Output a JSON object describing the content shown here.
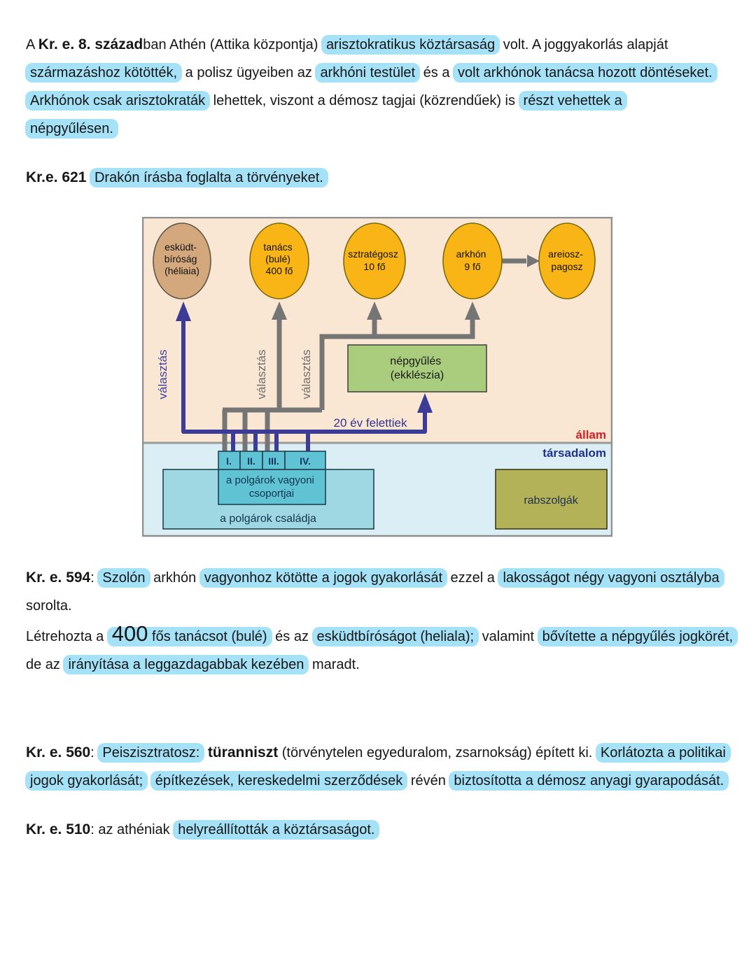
{
  "page": {
    "highlight_color": "#A5E2F7",
    "text_color": "#161616"
  },
  "paragraphs": [
    {
      "name": "intro",
      "lines": [
        [
          {
            "t": "A "
          },
          {
            "t": "Kr. e. 8. század",
            "b": 1
          },
          {
            "t": "ban Athén (Attika központja) "
          },
          {
            "t": "arisztokratikus köztársaság",
            "hl": 1
          },
          {
            "t": " volt. A joggyakorlás alapját"
          }
        ],
        [
          {
            "t": "származáshoz kötötték,",
            "hl": 1
          },
          {
            "t": " a polisz ügyeiben az "
          },
          {
            "t": "arkhóni testület",
            "hl": 1
          },
          {
            "t": " és a "
          },
          {
            "t": "volt arkhónok tanácsa hozott döntéseket.",
            "hl": 1
          }
        ],
        [
          {
            "t": "Arkhónok csak arisztokraták",
            "hl": 1
          },
          {
            "t": " lehettek, viszont a démosz tagjai (közrendűek) is "
          },
          {
            "t": "részt vehettek a",
            "hl": 1
          }
        ],
        [
          {
            "t": "népgyűlésen.",
            "hl": 1
          }
        ]
      ]
    },
    {
      "name": "kr621",
      "lines": [
        [
          {
            "t": "Kr.e. 621",
            "b": 1
          },
          {
            "t": " "
          },
          {
            "t": "Drakón írásba foglalta a törvényeket.",
            "hl": 1
          }
        ]
      ]
    },
    {
      "name": "kr594",
      "lines": [
        [
          {
            "t": "Kr. e. 594",
            "b": 1
          },
          {
            "t": ": "
          },
          {
            "t": "Szolón",
            "hl": 1
          },
          {
            "t": " arkhón "
          },
          {
            "t": "vagyonhoz kötötte a jogok gyakorlását",
            "hl": 1
          },
          {
            "t": " ezzel a "
          },
          {
            "t": "lakosságot négy vagyoni osztályba",
            "hl": 1
          }
        ],
        [
          {
            "t": "sorolta."
          }
        ],
        [
          {
            "t": "Létrehozta a "
          },
          {
            "hl": 1,
            "parts": [
              {
                "t": "400",
                "big": 1
              },
              {
                "t": " fős tanácsot (bulé)"
              }
            ]
          },
          {
            "t": " és az "
          },
          {
            "t": "esküdtbíróságot (heliala);",
            "hl": 1
          },
          {
            "t": " valamint "
          },
          {
            "t": "bővítette a népgyűlés jogkörét,",
            "hl": 1
          }
        ],
        [
          {
            "t": "de az "
          },
          {
            "t": "irányítása a leggazdagabbak kezében",
            "hl": 1
          },
          {
            "t": " maradt."
          }
        ]
      ]
    },
    {
      "name": "kr560",
      "lines": [
        [
          {
            "t": "Kr. e. 560",
            "b": 1
          },
          {
            "t": ": "
          },
          {
            "t": "Peiszisztratosz:",
            "hl": 1
          },
          {
            "t": " "
          },
          {
            "t": "türanniszt",
            "b": 1
          },
          {
            "t": " (törvénytelen egyeduralom, zsarnokság) épített ki. "
          },
          {
            "t": "Korlátozta a politikai",
            "hl": 1
          }
        ],
        [
          {
            "t": "jogok gyakorlását;",
            "hl": 1
          },
          {
            "t": " "
          },
          {
            "t": "építkezések, kereskedelmi szerződések",
            "hl": 1
          },
          {
            "t": " révén "
          },
          {
            "t": "biztosította a démosz anyagi gyarapodását.",
            "hl": 1
          }
        ]
      ]
    },
    {
      "name": "kr510",
      "lines": [
        [
          {
            "t": "Kr. e. 510",
            "b": 1
          },
          {
            "t": ": az athéniak "
          },
          {
            "t": "helyreállították a köztársaságot.",
            "hl": 1
          }
        ]
      ]
    }
  ],
  "diagram": {
    "colors": {
      "state_bg": "#FAE7D3",
      "society_bg": "#DBEEF5",
      "orange": "#F9B415",
      "tan": "#D2A87C",
      "green": "#A9CC7D",
      "cyan": "#5FC3D3",
      "light_cyan": "#9FD8E2",
      "olive": "#B4B258",
      "gray_arrow": "#757575",
      "blue_arrow": "#3C3C96",
      "state_label_color": "#D01F26",
      "society_label_color": "#20338C"
    },
    "ellipses": [
      {
        "lines": [
          "esküdt-",
          "bíróság",
          "(héliaia)"
        ]
      },
      {
        "lines": [
          "tanács",
          "(bulé)",
          "400 fő"
        ]
      },
      {
        "lines": [
          "sztratégosz",
          "10 fő"
        ]
      },
      {
        "lines": [
          "arkhón",
          "9 fő"
        ]
      },
      {
        "lines": [
          "areiosz-",
          "pagosz"
        ]
      }
    ],
    "valasztas_labels": [
      "választás",
      "választás",
      "választás"
    ],
    "age_label": "20 év felettiek",
    "state_label": "állam",
    "society_label": "társadalom",
    "assembly_box": {
      "lines": [
        "népgyűlés",
        "(ekklészia)"
      ]
    },
    "class_boxes": [
      "I.",
      "II.",
      "III.",
      "IV."
    ],
    "wealth_box": {
      "lines": [
        "a polgárok vagyoni",
        "csoportjai"
      ]
    },
    "family_box": "a polgárok családja",
    "slaves_box": "rabszolgák"
  }
}
